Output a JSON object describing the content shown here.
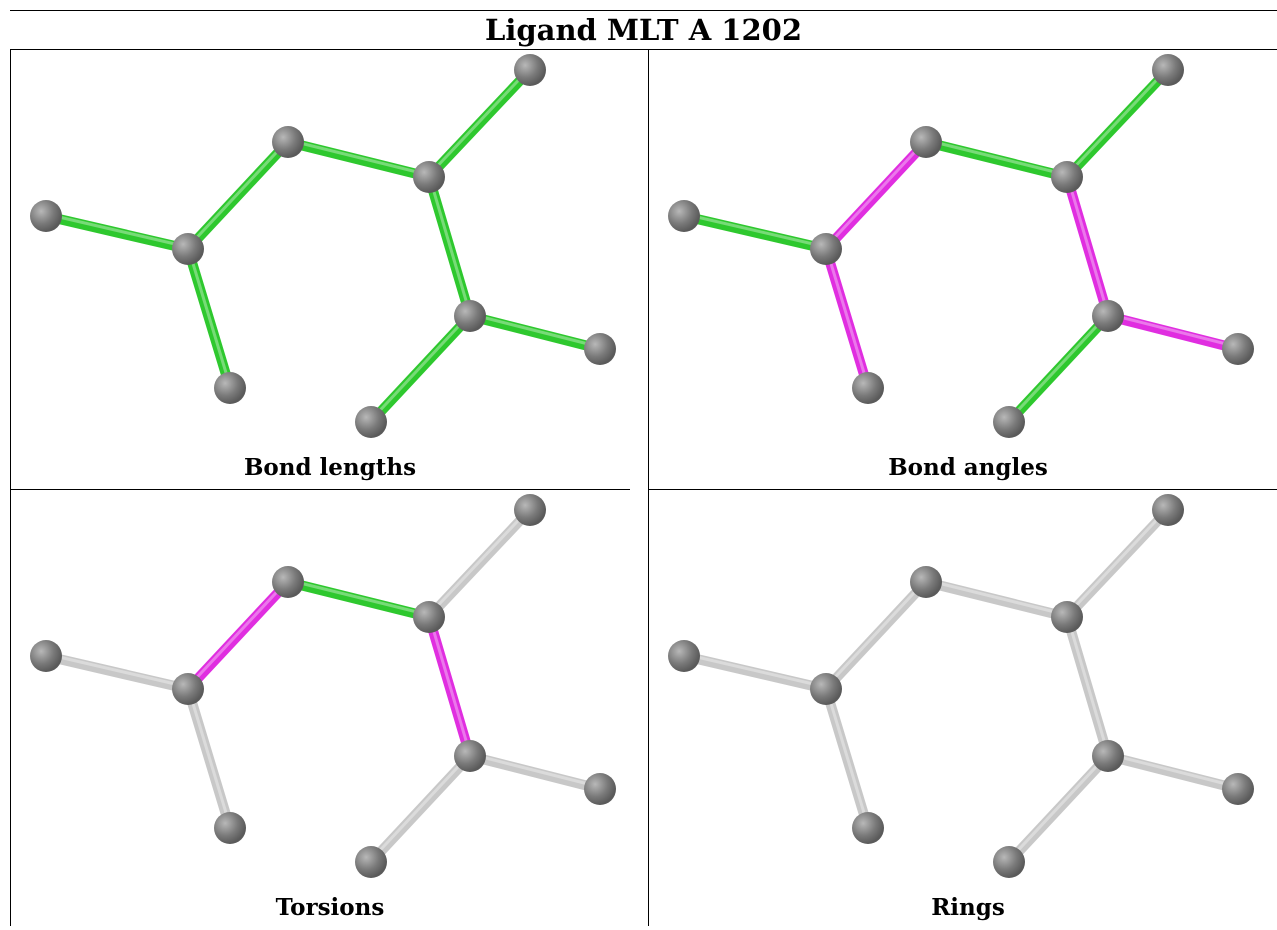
{
  "title": "Ligand MLT A 1202",
  "colors": {
    "green": "#2ec82e",
    "magenta": "#e02ee0",
    "grey": "#c8c8c8",
    "atom": "#7a7a7a"
  },
  "panels": [
    {
      "caption": "Bond lengths",
      "bond_colors": [
        "green",
        "green",
        "green",
        "green",
        "green",
        "green",
        "green",
        "green",
        "green"
      ]
    },
    {
      "caption": "Bond angles",
      "bond_colors": [
        "green",
        "magenta",
        "magenta",
        "green",
        "green",
        "magenta",
        "magenta",
        "green",
        "magenta"
      ]
    },
    {
      "caption": "Torsions",
      "bond_colors": [
        "grey",
        "magenta",
        "grey",
        "green",
        "grey",
        "magenta",
        "grey",
        "grey",
        "grey"
      ]
    },
    {
      "caption": "Rings",
      "bond_colors": [
        "grey",
        "grey",
        "grey",
        "grey",
        "grey",
        "grey",
        "grey",
        "grey",
        "grey"
      ]
    }
  ]
}
